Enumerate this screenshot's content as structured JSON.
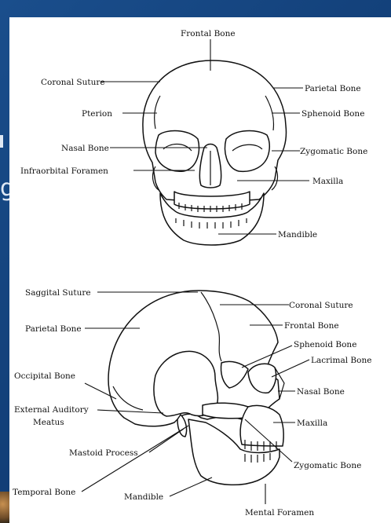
{
  "front_view": {
    "labels": {
      "frontal_bone": "Frontal Bone",
      "coronal_suture": "Coronal Suture",
      "parietal_bone": "Parietal Bone",
      "pterion": "Pterion",
      "sphenoid_bone": "Sphenoid Bone",
      "nasal_bone": "Nasal Bone",
      "zygomatic_bone": "Zygomatic Bone",
      "infraorbital_foramen": "Infraorbital Foramen",
      "maxilla": "Maxilla",
      "mandible": "Mandible"
    }
  },
  "side_view": {
    "labels": {
      "saggital_suture": "Saggital Suture",
      "coronal_suture": "Coronal Suture",
      "parietal_bone": "Parietal Bone",
      "frontal_bone": "Frontal Bone",
      "sphenoid_bone": "Sphenoid Bone",
      "lacrimal_bone": "Lacrimal Bone",
      "occipital_bone": "Occipital Bone",
      "nasal_bone": "Nasal Bone",
      "external_auditory_meatus_1": "External Auditory",
      "external_auditory_meatus_2": "Meatus",
      "maxilla": "Maxilla",
      "mastoid_process": "Mastoid Process",
      "zygomatic_bone": "Zygomatic Bone",
      "temporal_bone": "Temporal Bone",
      "mandible": "Mandible",
      "mental_foramen": "Mental Foramen"
    }
  },
  "background": {
    "slide_color": "#1a4e8c",
    "panel_color": "#ffffff"
  },
  "edge_text": "g"
}
